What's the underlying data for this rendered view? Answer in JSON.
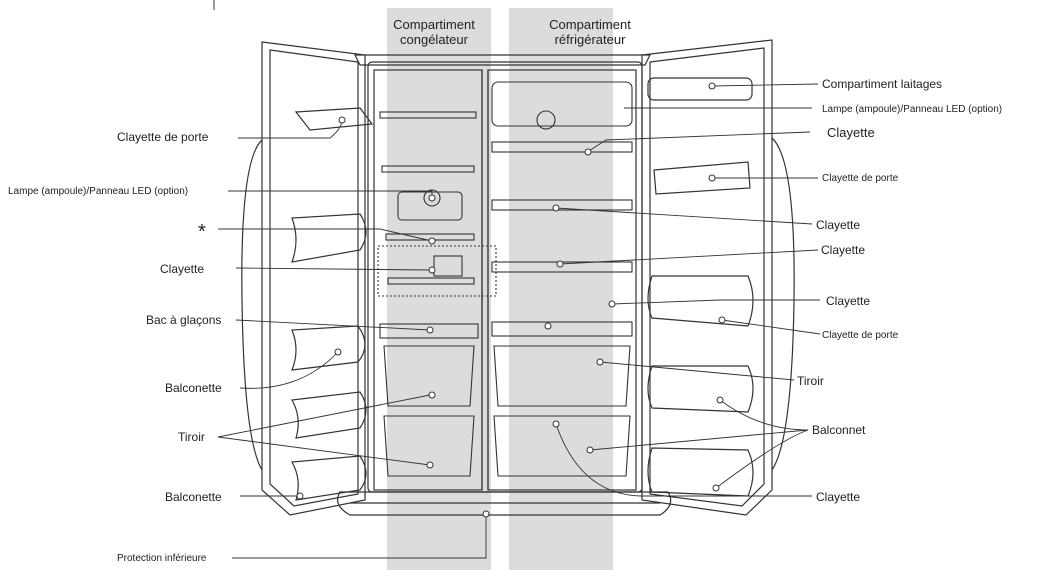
{
  "compartments": {
    "freezer": "Compartiment\ncongélateur",
    "fridge": "Compartiment\nréfrigérateur"
  },
  "left_labels": {
    "door_shelf": "Clayette de porte",
    "lamp": "Lampe (ampoule)/Panneau LED (option)",
    "asterisk": "*",
    "shelf": "Clayette",
    "ice_tray": "Bac à glaçons",
    "balconette_1": "Balconette",
    "drawer": "Tiroir",
    "balconette_2": "Balconette",
    "bottom_guard": "Protection inférieure"
  },
  "right_labels": {
    "dairy": "Compartiment laitages",
    "lamp": "Lampe (ampoule)/Panneau LED (option)",
    "shelf_1": "Clayette",
    "door_shelf_1": "Clayette de porte",
    "shelf_2": "Clayette",
    "shelf_3": "Clayette",
    "shelf_4": "Clayette",
    "door_shelf_2": "Clayette de porte",
    "drawer": "Tiroir",
    "balcony": "Balconnet",
    "shelf_5": "Clayette"
  },
  "colors": {
    "highlight": "#dcdcdc",
    "line": "#333333"
  }
}
